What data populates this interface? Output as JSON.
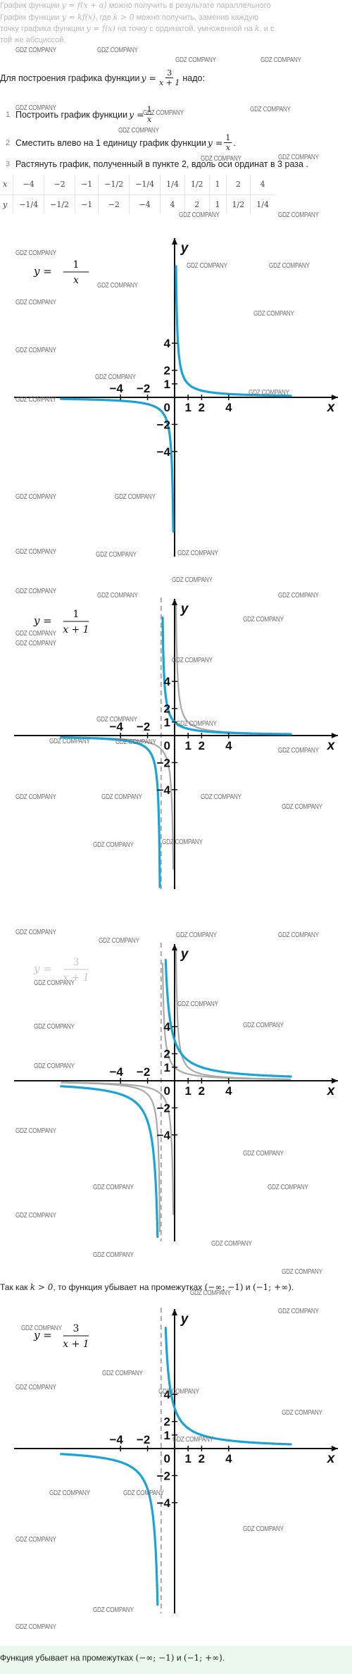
{
  "intro": {
    "line1_a": "График функции ",
    "line1_math": "y = f(x + a)",
    "line1_b": " можно получить в результате параллельного",
    "line2_a": "График функции ",
    "line2_math": "y = kf(x)",
    "line2_b": ", где ",
    "line2_cond": "k > 0",
    "line2_c": " можно получить, заменив каждую",
    "line3_a": "точку графика функции ",
    "line3_math": "y = f(x)",
    "line3_b": " на точку с ординатой, умноженной на ",
    "line3_k": "k",
    "line3_c": ", и с",
    "line4": "той же абсциссой."
  },
  "plan": {
    "lead_a": "Для построения графика функции ",
    "lead_lhs": "y =",
    "lead_num": "3",
    "lead_den": "x + 1",
    "lead_b": " надо:",
    "steps": [
      {
        "no": "1",
        "text": "Построить график функции ",
        "lhs": "y =",
        "num": "1",
        "den": "x",
        "tail": ""
      },
      {
        "no": "2",
        "text": "Сместить влево на 1 единицу график функции ",
        "lhs": "y =",
        "num": "1",
        "den": "x",
        "tail": "."
      },
      {
        "no": "3",
        "text": "Растянуть график, полученный в пункте 2, вдоль оси ординат в 3 раза .",
        "lhs": "",
        "num": "",
        "den": "",
        "tail": ""
      }
    ]
  },
  "value_table": {
    "x_label": "x",
    "y_label": "y",
    "x_values": [
      "−4",
      "−2",
      "−1",
      "−1/2",
      "−1/4",
      "1/4",
      "1/2",
      "1",
      "2",
      "4"
    ],
    "y_values": [
      "−1/4",
      "−1/2",
      "−1",
      "−2",
      "−4",
      "4",
      "2",
      "1",
      "1/2",
      "1/4"
    ]
  },
  "graphs": [
    {
      "label_lhs": "y =",
      "label_num": "1",
      "label_den": "x"
    },
    {
      "label_lhs": "y =",
      "label_num": "1",
      "label_den": "x + 1"
    },
    {
      "label_lhs": "y =",
      "label_num": "3",
      "label_den": "x + 1"
    },
    {
      "label_lhs": "y =",
      "label_num": "3",
      "label_den": "x + 1"
    }
  ],
  "axis": {
    "x_name": "x",
    "y_name": "y",
    "origin": "0",
    "x_ticks": [
      "−4",
      "−2",
      "1",
      "2",
      "4"
    ],
    "y_ticks": [
      "4",
      "2",
      "1",
      "−2",
      "−4"
    ]
  },
  "conclusion1": {
    "a": "Так как ",
    "cond": "k > 0",
    "b": ", то функция убывает на промежутках ",
    "i1": "(−∞; −1)",
    "c": " и ",
    "i2": "(−1; +∞)",
    "d": "."
  },
  "answer": {
    "a": "Функция убывает на промежутках ",
    "i1": "(−∞; −1)",
    "c": " и ",
    "i2": "(−1; +∞)",
    "d": "."
  },
  "watermark": "GDZ COMPANY",
  "colors": {
    "curve": "#1aa3d9",
    "ghost": "#a9a9a9",
    "axis": "#111111",
    "answer_bg": "#ebf8ed"
  }
}
